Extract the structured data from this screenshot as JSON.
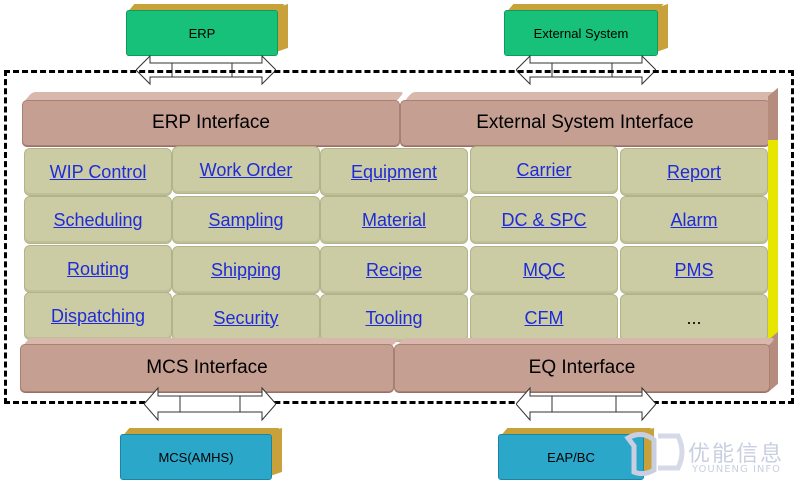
{
  "top_systems": {
    "erp": "ERP",
    "external": "External System"
  },
  "interfaces": {
    "erp": "ERP Interface",
    "external": "External System Interface",
    "mcs": "MCS Interface",
    "eq": "EQ Interface"
  },
  "modules": [
    [
      "WIP Control",
      "Work Order",
      "Equipment",
      "Carrier",
      "Report"
    ],
    [
      "Scheduling",
      "Sampling",
      "Material",
      "DC & SPC",
      "Alarm"
    ],
    [
      "Routing",
      "Shipping",
      "Recipe",
      "MQC",
      "PMS"
    ],
    [
      "Dispatching",
      "Security",
      "Tooling",
      "CFM",
      "..."
    ]
  ],
  "bottom_systems": {
    "mcs": "MCS(AMHS)",
    "eap": "EAP/BC"
  },
  "watermark": {
    "cn": "优能信息",
    "en": "YOUNENG INFO"
  },
  "colors": {
    "green_box": "#17c179",
    "blue_box": "#2aa7c9",
    "interface": "#c59f92",
    "module_cell": "#cbcca3",
    "module_text": "#1f2bd8",
    "yellow_side": "#e6e600"
  }
}
